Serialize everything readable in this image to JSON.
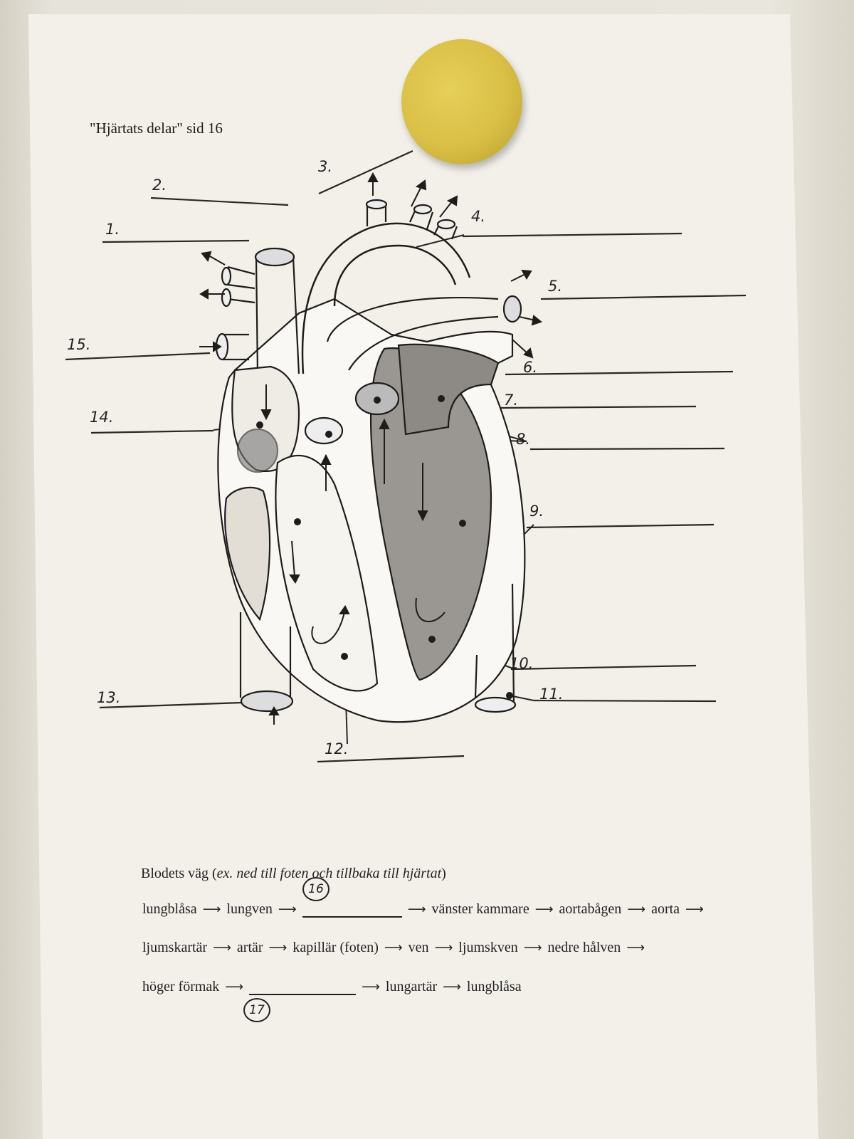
{
  "worksheet": {
    "title": "\"Hjärtats delar\"  sid 16",
    "labels": [
      "1.",
      "2.",
      "3.",
      "4.",
      "5.",
      "6.",
      "7.",
      "8.",
      "9.",
      "10.",
      "11.",
      "12.",
      "13.",
      "14.",
      "15."
    ]
  },
  "flow": {
    "heading_plain": "Blodets väg (",
    "heading_italic": "ex. ned till foten och tillbaka till hjärtat",
    "heading_end": ")",
    "row1": [
      "lungblåsa",
      "lungven",
      "",
      "vänster kammare",
      "aortabågen",
      "aorta"
    ],
    "row2": [
      "ljumskartär",
      "artär",
      "kapillär (foten)",
      "ven",
      "ljumskven",
      "nedre hålven"
    ],
    "row3": [
      "höger förmak",
      "",
      "lungartär",
      "lungblåsa"
    ],
    "blank16": "16",
    "blank17": "17"
  }
}
